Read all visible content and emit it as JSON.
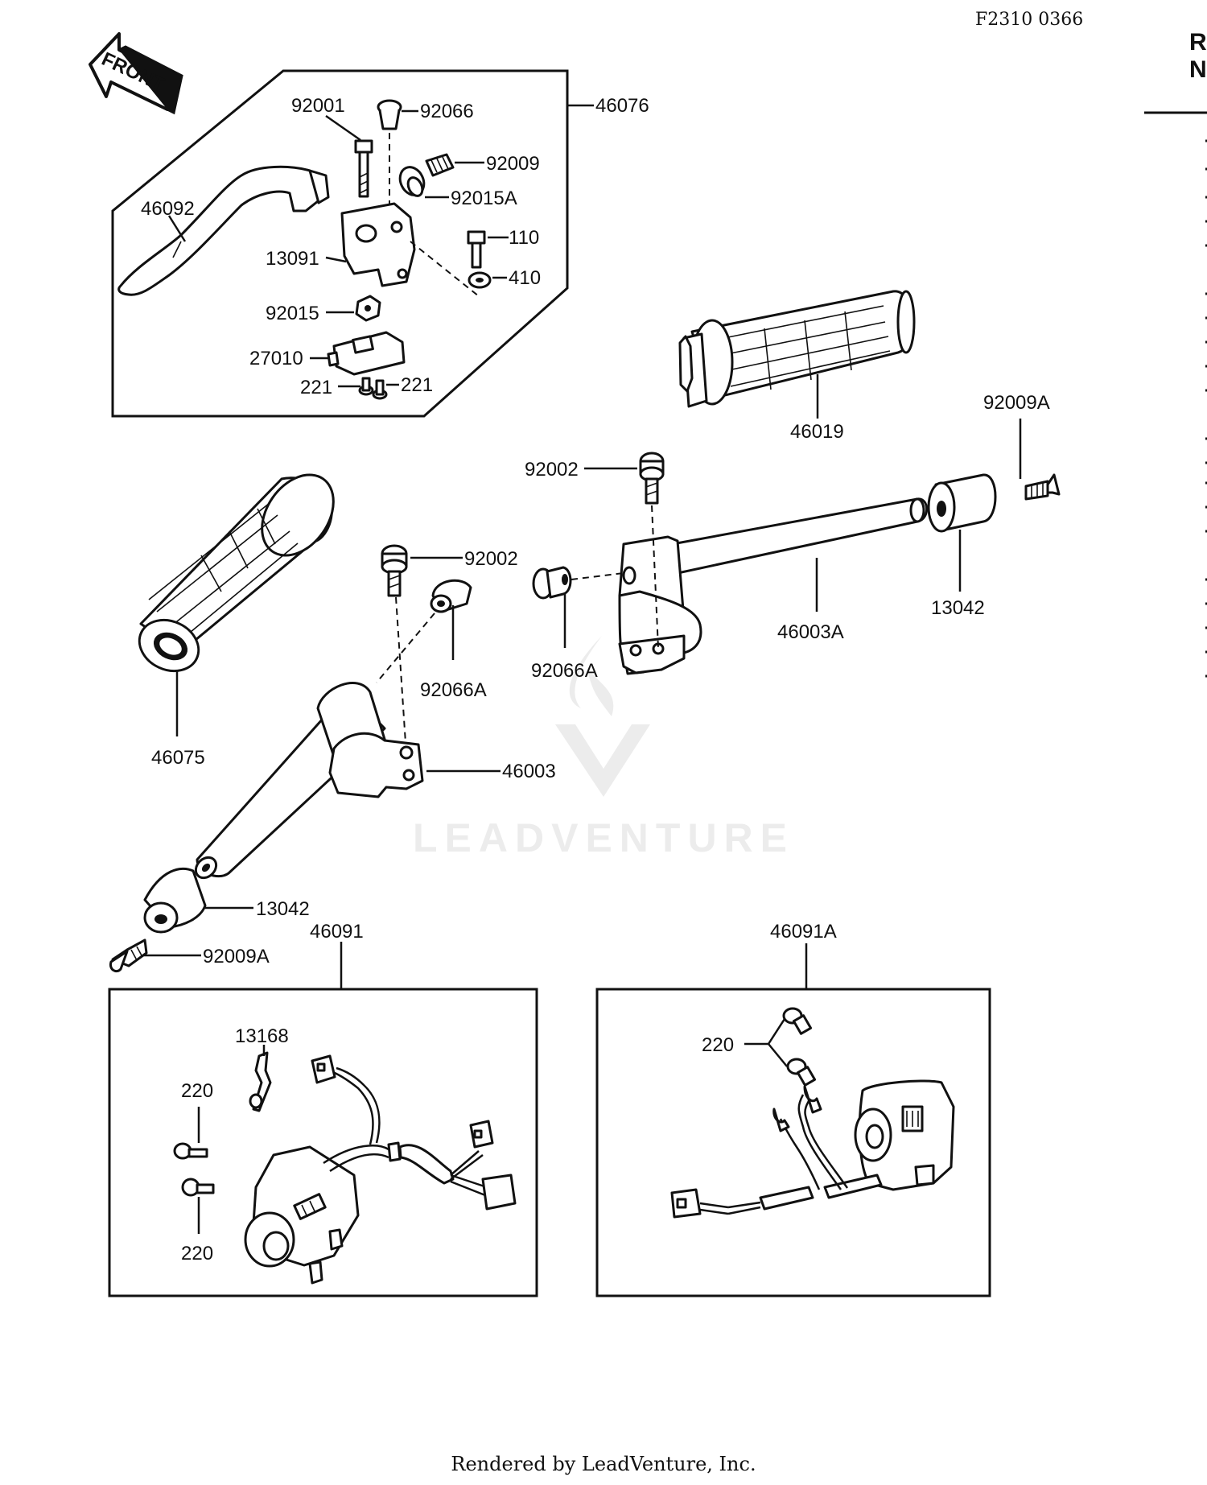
{
  "page": {
    "diagram_code": "F2310 0366",
    "side_cut_text": [
      "R",
      "N"
    ],
    "footer": "Rendered by LeadVenture, Inc.",
    "watermark": "LEADVENTURE",
    "front_arrow": "FRONT"
  },
  "labels": {
    "p46076": "46076",
    "p92001": "92001",
    "p92066": "92066",
    "p92009": "92009",
    "p92015A": "92015A",
    "p46092": "46092",
    "p110": "110",
    "p13091": "13091",
    "p410": "410",
    "p92015": "92015",
    "p27010": "27010",
    "p221a": "221",
    "p221b": "221",
    "p46019": "46019",
    "p92009A_r": "92009A",
    "p92002_r": "92002",
    "p92002_l": "92002",
    "p13042_r": "13042",
    "p46003A": "46003A",
    "p92066A_r": "92066A",
    "p92066A_l": "92066A",
    "p46075": "46075",
    "p46003": "46003",
    "p13042_l": "13042",
    "p92009A_l": "92009A",
    "p46091": "46091",
    "p46091A": "46091A",
    "p13168": "13168",
    "p220a": "220",
    "p220b": "220",
    "p220c": "220"
  },
  "colors": {
    "ink": "#111111",
    "paper": "#ffffff",
    "watermark": "#ececec"
  },
  "icons": [
    "front-arrow-icon",
    "leadventure-logo-icon"
  ]
}
